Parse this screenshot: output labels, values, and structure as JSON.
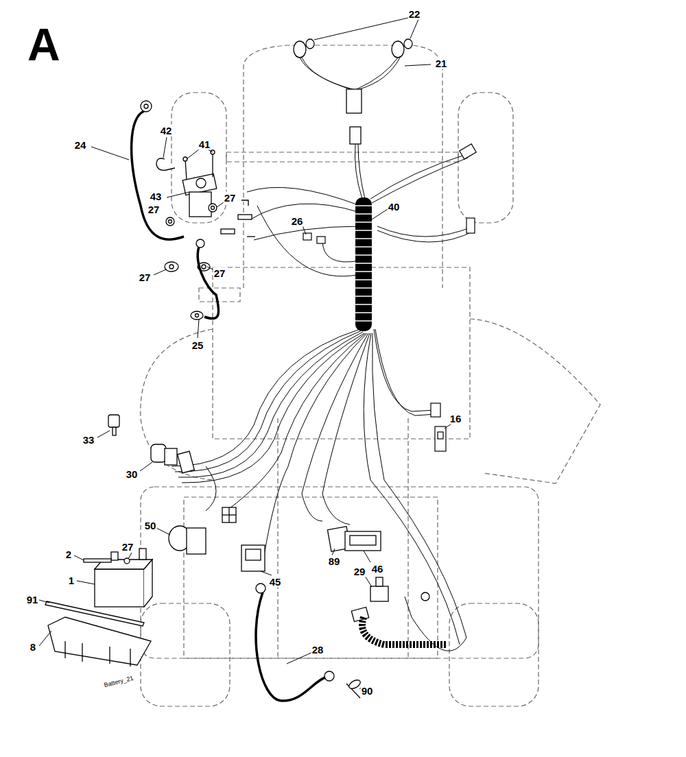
{
  "diagram": {
    "title": "A",
    "labels": [
      "22",
      "21",
      "24",
      "42",
      "41",
      "43",
      "27",
      "27",
      "27",
      "27",
      "40",
      "26",
      "25",
      "16",
      "33",
      "30",
      "50",
      "2",
      "27",
      "1",
      "91",
      "8",
      "45",
      "89",
      "46",
      "29",
      "28",
      "90",
      "Battery_21"
    ]
  }
}
